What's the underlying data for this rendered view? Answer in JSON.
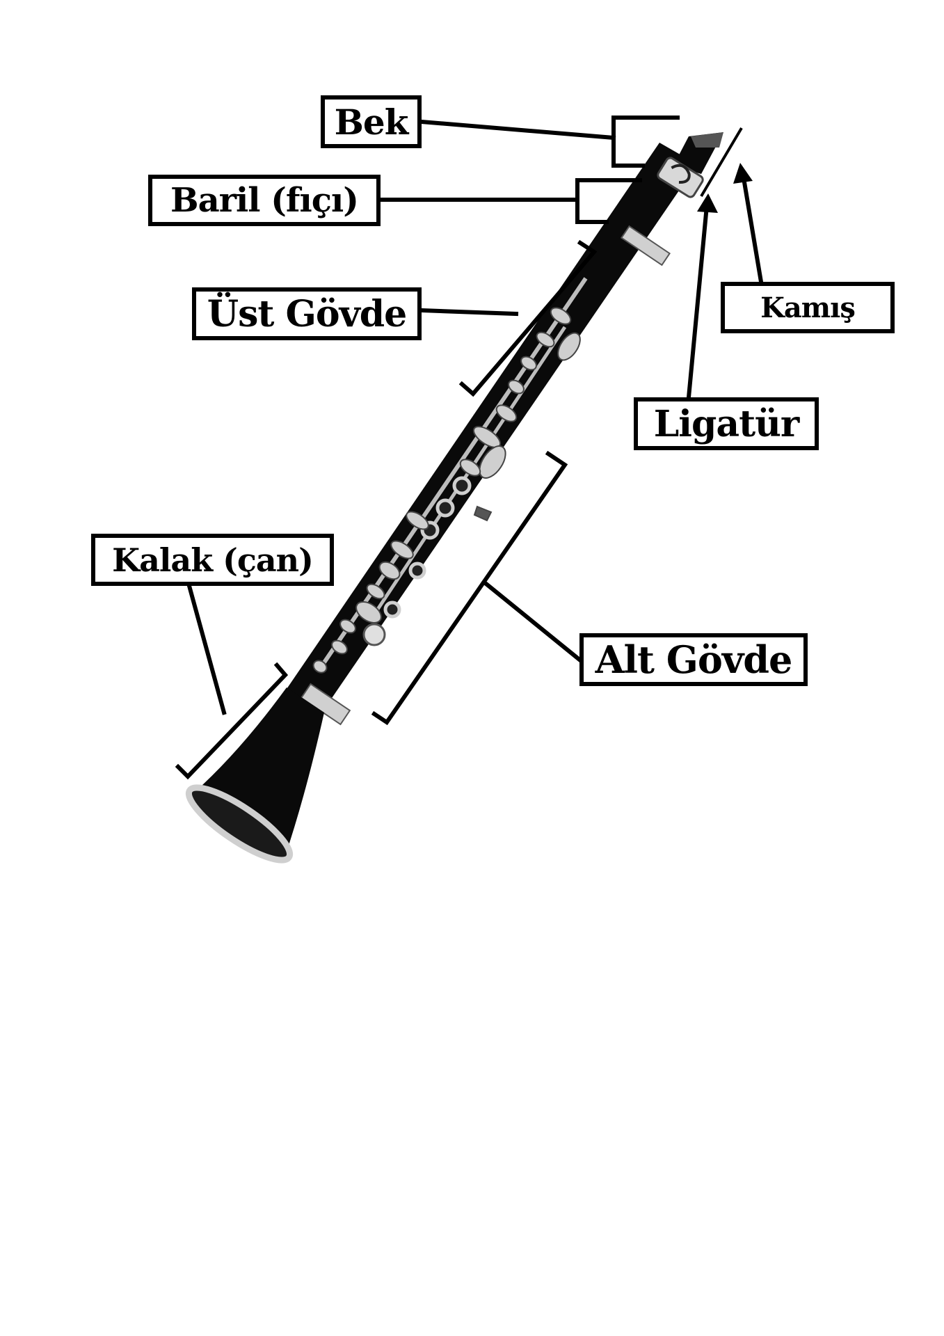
{
  "labels": {
    "bek": "Bek",
    "baril": "Baril (fıçı)",
    "ust_govde": "Üst Gövde",
    "kamis": "Kamış",
    "ligatur": "Ligatür",
    "kalak": "Kalak (çan)",
    "alt_govde": "Alt Gövde"
  },
  "colors": {
    "ink": "#000000",
    "background": "#ffffff",
    "metal": "#cfcfcf"
  },
  "icons": {
    "instrument": "clarinet-illustration"
  }
}
